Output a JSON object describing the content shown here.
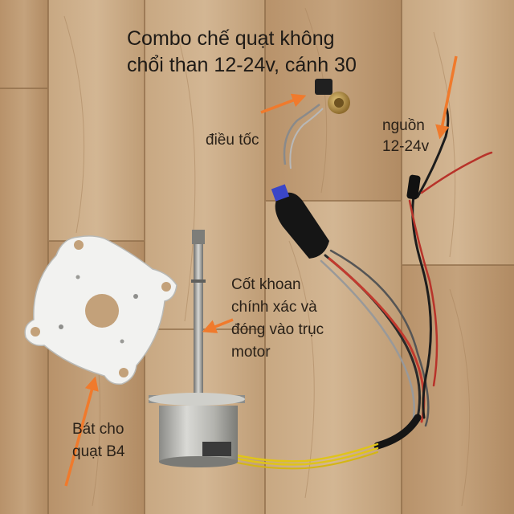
{
  "title": {
    "line1": "Combo chế quạt không",
    "line2": "chổi than 12-24v, cánh 30"
  },
  "labels": {
    "speed_control": "điều tốc",
    "power_line1": "nguồn",
    "power_line2": "12-24v",
    "shaft_line1": "Cốt khoan",
    "shaft_line2": "chính xác và",
    "shaft_line3": "đóng vào trục",
    "shaft_line4": "motor",
    "bracket_line1": "Bát cho",
    "bracket_line2": "quạt B4"
  },
  "colors": {
    "floor_light": "#c9ab86",
    "floor_dark": "#a9865f",
    "arrow": "#f07a2c",
    "plate": "#f3f3f1",
    "wire_red": "#c23a2e",
    "wire_yellow": "#e0c419",
    "sleeve_black": "#151515"
  }
}
